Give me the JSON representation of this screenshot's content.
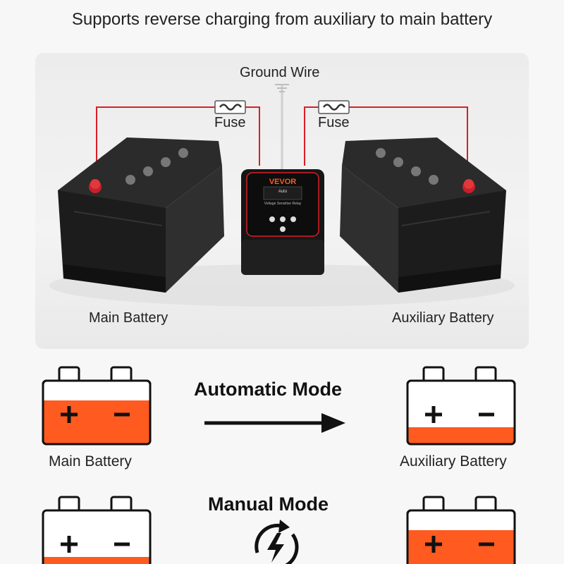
{
  "headline": "Supports reverse charging from auxiliary to main battery",
  "photo": {
    "ground_wire_label": "Ground Wire",
    "fuse_left_label": "Fuse",
    "fuse_right_label": "Fuse",
    "main_battery_label": "Main Battery",
    "aux_battery_label": "Auxiliary Battery",
    "relay_brand": "VEVOR",
    "relay_mode": "Auto",
    "relay_subtitle": "Voltage Sensitive Relay"
  },
  "automatic_mode": {
    "title": "Automatic Mode",
    "from_label": "Main Battery",
    "to_label": "Auxiliary Battery",
    "from_icon": "battery-full-icon",
    "to_icon": "battery-low-icon",
    "arrow_icon": "arrow-right-icon"
  },
  "manual_mode": {
    "title": "Manual Mode",
    "icon": "manual-charge-cycle-icon"
  },
  "colors": {
    "accent": "#ff5a1f",
    "wire": "#d81f26",
    "outline": "#111111"
  }
}
